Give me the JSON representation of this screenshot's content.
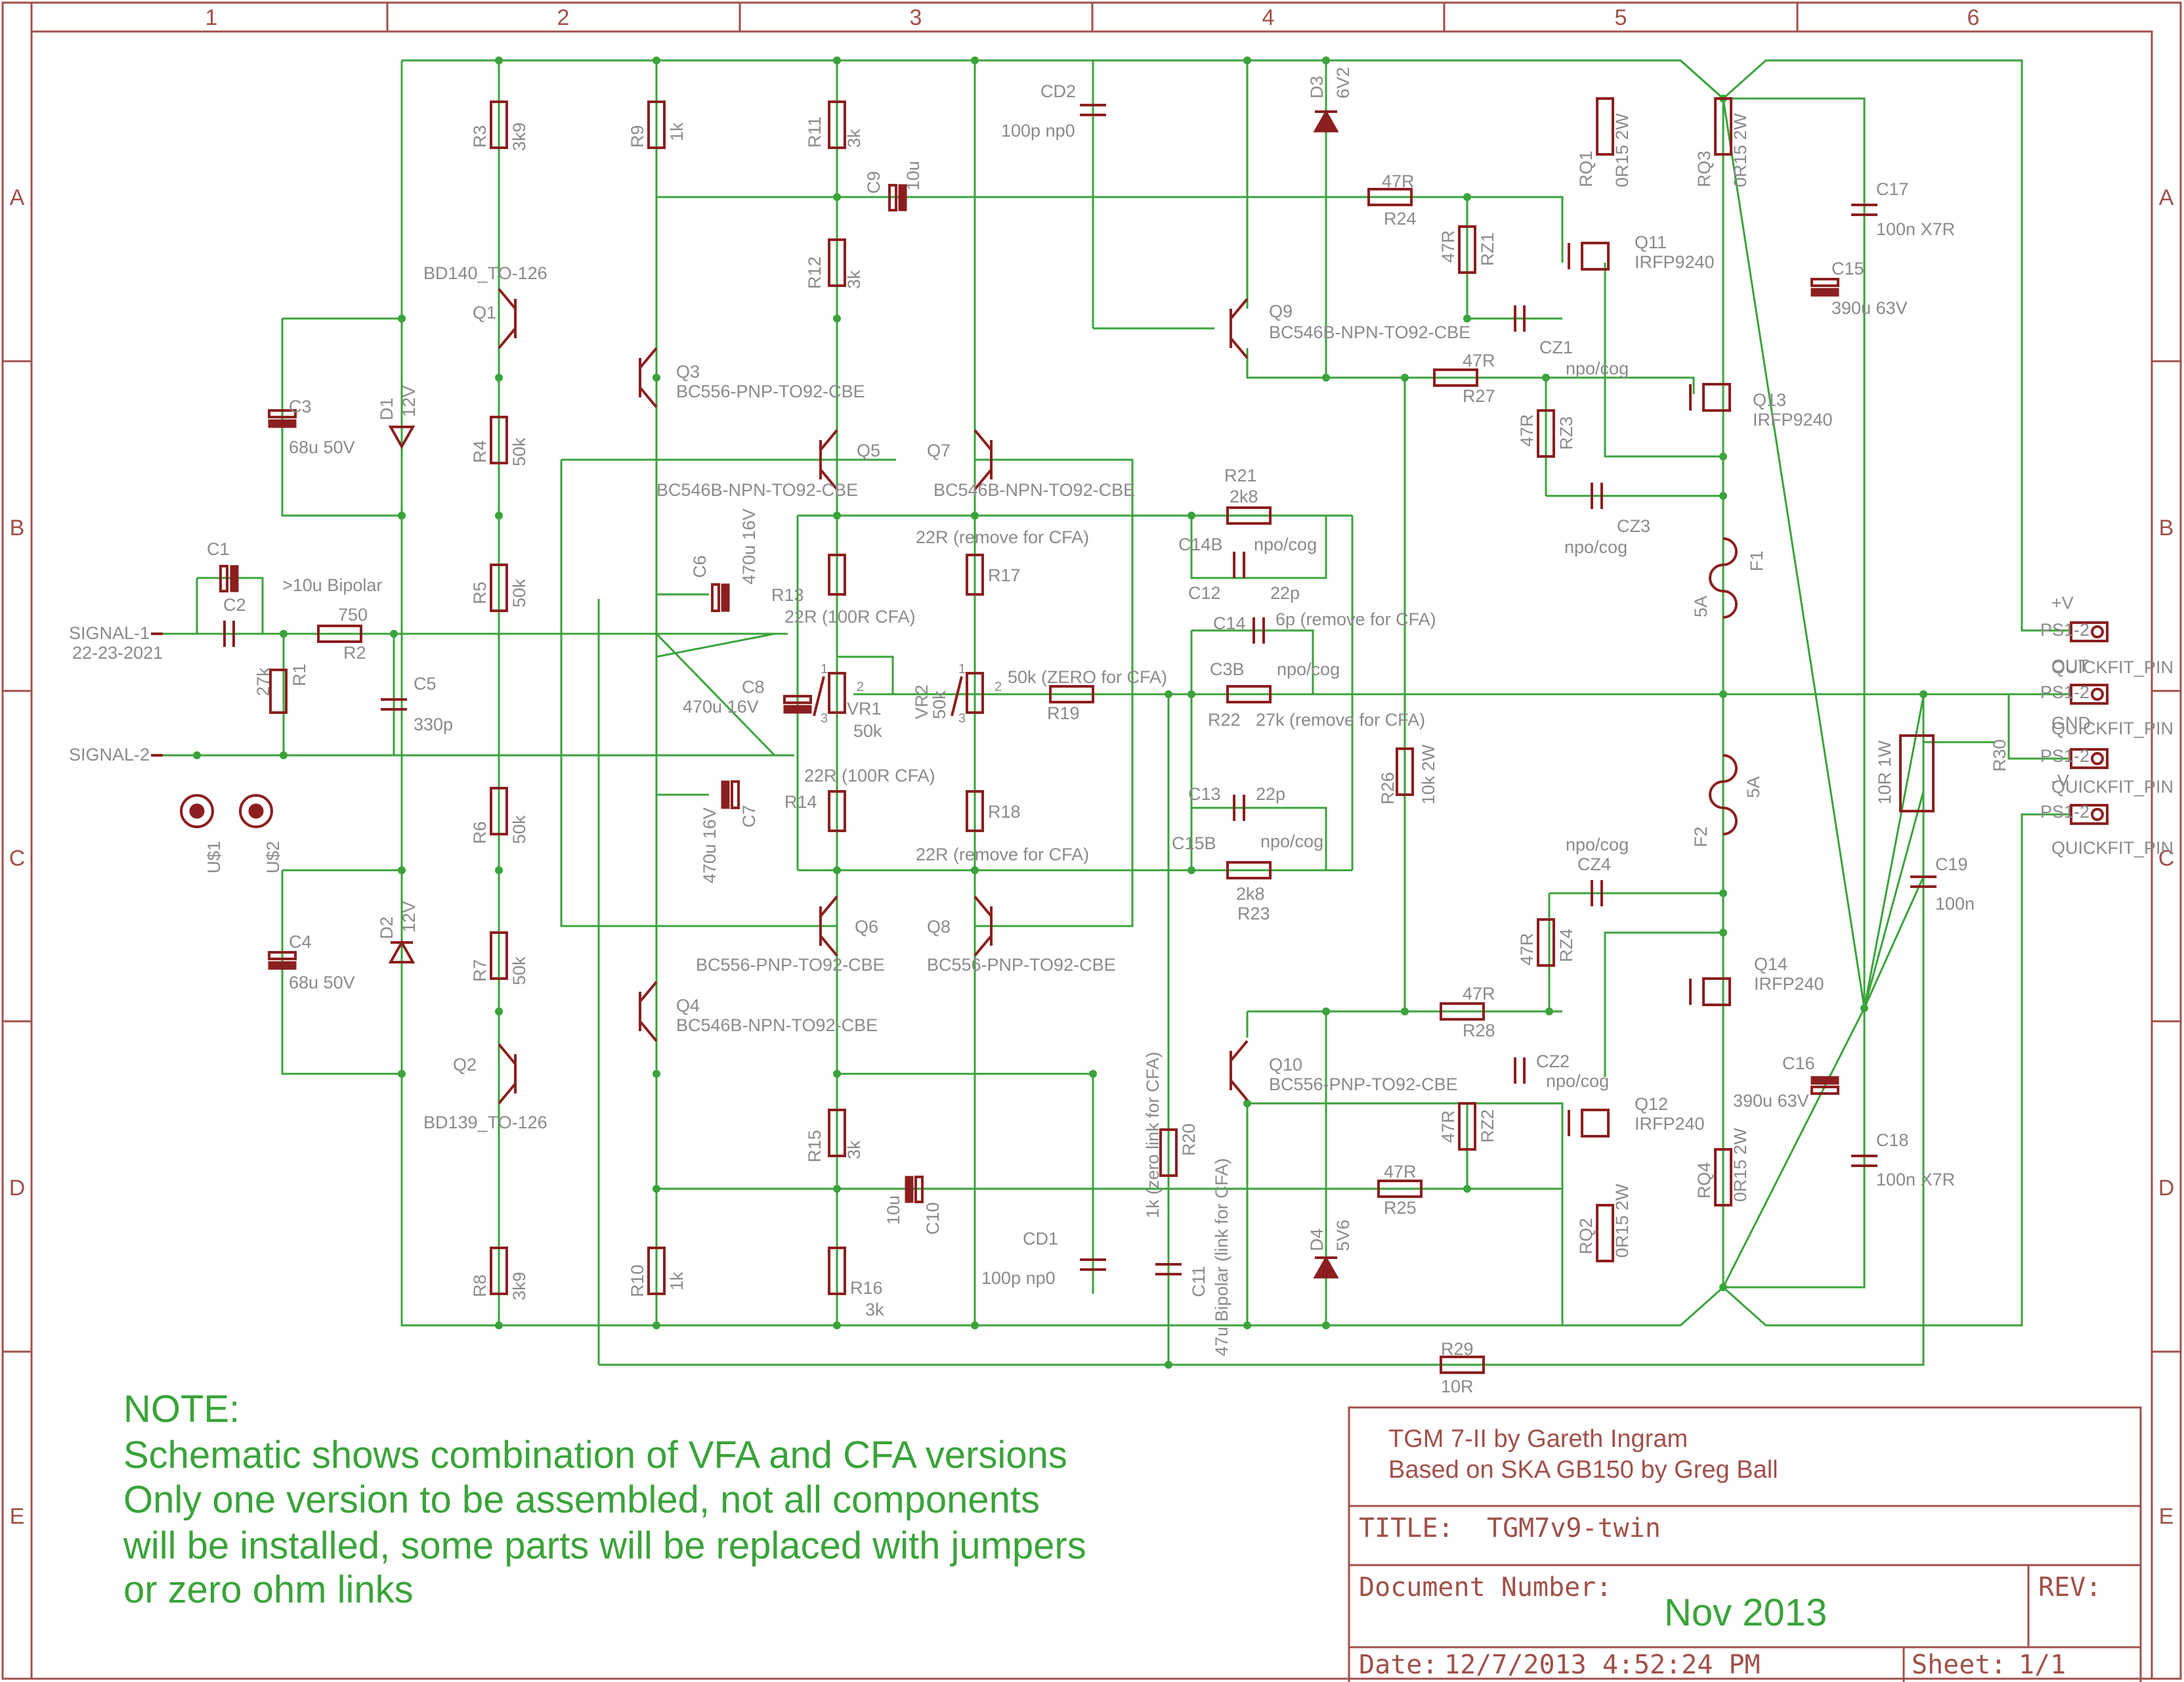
{
  "grid": {
    "columns": [
      "1",
      "2",
      "3",
      "4",
      "5",
      "6"
    ],
    "rows": [
      "A",
      "B",
      "C",
      "D",
      "E"
    ]
  },
  "note": {
    "lines": [
      "NOTE:",
      "Schematic shows combination of VFA and CFA versions",
      "Only one version to be assembled, not all components",
      "will be installed, some parts will be replaced with jumpers",
      "or zero ohm links"
    ]
  },
  "title_block": {
    "header_line1": "TGM 7-II  by Gareth Ingram",
    "header_line2": "Based on SKA GB150 by Greg Ball",
    "title_label": "TITLE:",
    "title_value": "TGM7v9-twin",
    "docnum_label": "Document Number:",
    "docnum_value": "Nov 2013",
    "rev_label": "REV:",
    "date_label": "Date:",
    "date_value": "12/7/2013  4:52:24  PM",
    "sheet_label": "Sheet:",
    "sheet_value": "1/1"
  },
  "labels": [
    {
      "id": "signal1",
      "text": "SIGNAL-1"
    },
    {
      "id": "signal1b",
      "text": "22-23-2021"
    },
    {
      "id": "signal2",
      "text": "SIGNAL-2"
    },
    {
      "id": "c1",
      "text": "C1"
    },
    {
      "id": "c2",
      "text": "C2"
    },
    {
      "id": "c1v",
      "text": ">10u Bipolar"
    },
    {
      "id": "r2v",
      "text": "750"
    },
    {
      "id": "r2",
      "text": "R2"
    },
    {
      "id": "r1",
      "text": "R1"
    },
    {
      "id": "r1v",
      "text": "27k"
    },
    {
      "id": "c5",
      "text": "C5"
    },
    {
      "id": "c5v",
      "text": "330p"
    },
    {
      "id": "c3",
      "text": "C3"
    },
    {
      "id": "c3v",
      "text": "68u 50V"
    },
    {
      "id": "d1",
      "text": "D1"
    },
    {
      "id": "d1v",
      "text": "12V"
    },
    {
      "id": "c4",
      "text": "C4"
    },
    {
      "id": "c4v",
      "text": "68u 50V"
    },
    {
      "id": "d2",
      "text": "D2"
    },
    {
      "id": "d2v",
      "text": "12V"
    },
    {
      "id": "us1",
      "text": "U$1"
    },
    {
      "id": "us2",
      "text": "U$2"
    },
    {
      "id": "r3",
      "text": "R3"
    },
    {
      "id": "r3v",
      "text": "3k9"
    },
    {
      "id": "r4",
      "text": "R4"
    },
    {
      "id": "r4v",
      "text": "50k"
    },
    {
      "id": "r5",
      "text": "R5"
    },
    {
      "id": "r5v",
      "text": "50k"
    },
    {
      "id": "r6",
      "text": "R6"
    },
    {
      "id": "r6v",
      "text": "50k"
    },
    {
      "id": "r7",
      "text": "R7"
    },
    {
      "id": "r7v",
      "text": "50k"
    },
    {
      "id": "r8",
      "text": "R8"
    },
    {
      "id": "r8v",
      "text": "3k9"
    },
    {
      "id": "r9",
      "text": "R9"
    },
    {
      "id": "r9v",
      "text": "1k"
    },
    {
      "id": "r10",
      "text": "R10"
    },
    {
      "id": "r10v",
      "text": "1k"
    },
    {
      "id": "q1t",
      "text": "BD140_TO-126"
    },
    {
      "id": "q1",
      "text": "Q1"
    },
    {
      "id": "q2",
      "text": "Q2"
    },
    {
      "id": "q2t",
      "text": "BD139_TO-126"
    },
    {
      "id": "q3",
      "text": "Q3"
    },
    {
      "id": "q3t",
      "text": "BC556-PNP-TO92-CBE"
    },
    {
      "id": "q4",
      "text": "Q4"
    },
    {
      "id": "q4t",
      "text": "BC546B-NPN-TO92-CBE"
    },
    {
      "id": "r11",
      "text": "R11"
    },
    {
      "id": "r11v",
      "text": "3k"
    },
    {
      "id": "r12",
      "text": "R12"
    },
    {
      "id": "r12v",
      "text": "3k"
    },
    {
      "id": "c9",
      "text": "C9"
    },
    {
      "id": "c9v",
      "text": "10u"
    },
    {
      "id": "cd2",
      "text": "CD2"
    },
    {
      "id": "cd2v",
      "text": "100p np0"
    },
    {
      "id": "q5",
      "text": "Q5"
    },
    {
      "id": "q5t",
      "text": "BC546B-NPN-TO92-CBE"
    },
    {
      "id": "q7",
      "text": "Q7"
    },
    {
      "id": "q7t",
      "text": "BC546B-NPN-TO92-CBE"
    },
    {
      "id": "r17v",
      "text": "22R (remove for CFA)"
    },
    {
      "id": "r17",
      "text": "R17"
    },
    {
      "id": "c6",
      "text": "C6"
    },
    {
      "id": "c6v",
      "text": "470u 16V"
    },
    {
      "id": "r13",
      "text": "R13"
    },
    {
      "id": "r13v",
      "text": "22R (100R CFA)"
    },
    {
      "id": "c8",
      "text": "C8"
    },
    {
      "id": "c8v",
      "text": "470u 16V"
    },
    {
      "id": "vr1",
      "text": "VR1"
    },
    {
      "id": "vr1v",
      "text": "50k"
    },
    {
      "id": "vr2",
      "text": "VR2"
    },
    {
      "id": "vr2v",
      "text": "50k"
    },
    {
      "id": "r19v",
      "text": "50k (ZERO for CFA)"
    },
    {
      "id": "r19",
      "text": "R19"
    },
    {
      "id": "r14v",
      "text": "22R (100R CFA)"
    },
    {
      "id": "r14",
      "text": "R14"
    },
    {
      "id": "c7",
      "text": "C7"
    },
    {
      "id": "c7v",
      "text": "470u 16V"
    },
    {
      "id": "r18",
      "text": "R18"
    },
    {
      "id": "r18v",
      "text": "22R (remove for CFA)"
    },
    {
      "id": "q6",
      "text": "Q6"
    },
    {
      "id": "q6t",
      "text": "BC556-PNP-TO92-CBE"
    },
    {
      "id": "q8",
      "text": "Q8"
    },
    {
      "id": "q8t",
      "text": "BC556-PNP-TO92-CBE"
    },
    {
      "id": "r15",
      "text": "R15"
    },
    {
      "id": "r15v",
      "text": "3k"
    },
    {
      "id": "c10",
      "text": "C10"
    },
    {
      "id": "c10v",
      "text": "10u"
    },
    {
      "id": "r16",
      "text": "R16"
    },
    {
      "id": "r16v",
      "text": "3k"
    },
    {
      "id": "cd1",
      "text": "CD1"
    },
    {
      "id": "cd1v",
      "text": "100p np0"
    },
    {
      "id": "r21",
      "text": "R21"
    },
    {
      "id": "r21v",
      "text": "2k8"
    },
    {
      "id": "c14b",
      "text": "C14B"
    },
    {
      "id": "c14bv",
      "text": "npo/cog"
    },
    {
      "id": "c12",
      "text": "C12"
    },
    {
      "id": "c12v",
      "text": "22p"
    },
    {
      "id": "c14",
      "text": "C14"
    },
    {
      "id": "c14v",
      "text": "6p (remove for CFA)"
    },
    {
      "id": "c3b",
      "text": "C3B"
    },
    {
      "id": "c3bv",
      "text": "npo/cog"
    },
    {
      "id": "r22",
      "text": "R22"
    },
    {
      "id": "r22v",
      "text": "27k (remove for CFA)"
    },
    {
      "id": "c13",
      "text": "C13"
    },
    {
      "id": "c13v",
      "text": "22p"
    },
    {
      "id": "c15b",
      "text": "C15B"
    },
    {
      "id": "c15bv",
      "text": "npo/cog"
    },
    {
      "id": "r23v",
      "text": "2k8"
    },
    {
      "id": "r23",
      "text": "R23"
    },
    {
      "id": "r20",
      "text": "R20"
    },
    {
      "id": "r20v",
      "text": "1k (zero link for CFA)"
    },
    {
      "id": "c11",
      "text": "C11"
    },
    {
      "id": "c11v",
      "text": "47u Bipolar (link for CFA)"
    },
    {
      "id": "q9",
      "text": "Q9"
    },
    {
      "id": "q9t",
      "text": "BC546B-NPN-TO92-CBE"
    },
    {
      "id": "q10",
      "text": "Q10"
    },
    {
      "id": "q10t",
      "text": "BC556-PNP-TO92-CBE"
    },
    {
      "id": "d3",
      "text": "D3"
    },
    {
      "id": "d3v",
      "text": "6V2"
    },
    {
      "id": "d4",
      "text": "D4"
    },
    {
      "id": "d4v",
      "text": "5V6"
    },
    {
      "id": "r24t",
      "text": "47R"
    },
    {
      "id": "r24",
      "text": "R24"
    },
    {
      "id": "rz1t",
      "text": "47R"
    },
    {
      "id": "rz1",
      "text": "RZ1"
    },
    {
      "id": "cz1",
      "text": "CZ1"
    },
    {
      "id": "cz1v",
      "text": "npo/cog"
    },
    {
      "id": "r27t",
      "text": "47R"
    },
    {
      "id": "r27",
      "text": "R27"
    },
    {
      "id": "rz3t",
      "text": "47R"
    },
    {
      "id": "rz3",
      "text": "RZ3"
    },
    {
      "id": "cz3",
      "text": "CZ3"
    },
    {
      "id": "cz3v",
      "text": "npo/cog"
    },
    {
      "id": "r26",
      "text": "R26"
    },
    {
      "id": "r26v",
      "text": "10k 2W"
    },
    {
      "id": "cz4v",
      "text": "npo/cog"
    },
    {
      "id": "cz4",
      "text": "CZ4"
    },
    {
      "id": "rz4t",
      "text": "47R"
    },
    {
      "id": "rz4",
      "text": "RZ4"
    },
    {
      "id": "r28t",
      "text": "47R"
    },
    {
      "id": "r28",
      "text": "R28"
    },
    {
      "id": "cz2",
      "text": "CZ2"
    },
    {
      "id": "cz2v",
      "text": "npo/cog"
    },
    {
      "id": "rz2t",
      "text": "47R"
    },
    {
      "id": "rz2",
      "text": "RZ2"
    },
    {
      "id": "r25t",
      "text": "47R"
    },
    {
      "id": "r25",
      "text": "R25"
    },
    {
      "id": "rq1",
      "text": "RQ1"
    },
    {
      "id": "rq1v",
      "text": "0R15 2W"
    },
    {
      "id": "rq3",
      "text": "RQ3"
    },
    {
      "id": "rq3v",
      "text": "0R15 2W"
    },
    {
      "id": "q11",
      "text": "Q11"
    },
    {
      "id": "q11t",
      "text": "IRFP9240"
    },
    {
      "id": "q13",
      "text": "Q13"
    },
    {
      "id": "q13t",
      "text": "IRFP9240"
    },
    {
      "id": "f1",
      "text": "F1"
    },
    {
      "id": "f1v",
      "text": "5A"
    },
    {
      "id": "f2",
      "text": "F2"
    },
    {
      "id": "f2v",
      "text": "5A"
    },
    {
      "id": "q14",
      "text": "Q14"
    },
    {
      "id": "q14t",
      "text": "IRFP240"
    },
    {
      "id": "q12",
      "text": "Q12"
    },
    {
      "id": "q12t",
      "text": "IRFP240"
    },
    {
      "id": "rq2",
      "text": "RQ2"
    },
    {
      "id": "rq2v",
      "text": "0R15 2W"
    },
    {
      "id": "rq4",
      "text": "RQ4"
    },
    {
      "id": "rq4v",
      "text": "0R15 2W"
    },
    {
      "id": "c17",
      "text": "C17"
    },
    {
      "id": "c17v",
      "text": "100n X7R"
    },
    {
      "id": "c15",
      "text": "C15"
    },
    {
      "id": "c15v",
      "text": "390u 63V"
    },
    {
      "id": "c16",
      "text": "C16"
    },
    {
      "id": "c16v",
      "text": "390u 63V"
    },
    {
      "id": "c18",
      "text": "C18"
    },
    {
      "id": "c18v",
      "text": "100n X7R"
    },
    {
      "id": "r30v",
      "text": "10R 1W"
    },
    {
      "id": "r30",
      "text": "R30"
    },
    {
      "id": "c19",
      "text": "C19"
    },
    {
      "id": "c19v",
      "text": "100n"
    },
    {
      "id": "r29",
      "text": "R29"
    },
    {
      "id": "r29v",
      "text": "10R"
    },
    {
      "id": "pv",
      "text": "+V"
    },
    {
      "id": "ps1",
      "text": "PS1-2"
    },
    {
      "id": "qf1",
      "text": "QUICKFIT_PIN"
    },
    {
      "id": "out",
      "text": "OUT"
    },
    {
      "id": "ps2",
      "text": "PS1-2"
    },
    {
      "id": "qf2",
      "text": "QUICKFIT_PIN"
    },
    {
      "id": "gnd",
      "text": "GND"
    },
    {
      "id": "ps3",
      "text": "PS1-2"
    },
    {
      "id": "qf3",
      "text": "QUICKFIT_PIN"
    },
    {
      "id": "nv",
      "text": "-V"
    },
    {
      "id": "ps4",
      "text": "PS1-2"
    },
    {
      "id": "qf4",
      "text": "QUICKFIT_PIN"
    },
    {
      "id": "vr1p1",
      "text": "1"
    },
    {
      "id": "vr1p2",
      "text": "2"
    },
    {
      "id": "vr1p3",
      "text": "3"
    },
    {
      "id": "vr2p1",
      "text": "1"
    },
    {
      "id": "vr2p2",
      "text": "2"
    },
    {
      "id": "vr2p3",
      "text": "3"
    }
  ]
}
